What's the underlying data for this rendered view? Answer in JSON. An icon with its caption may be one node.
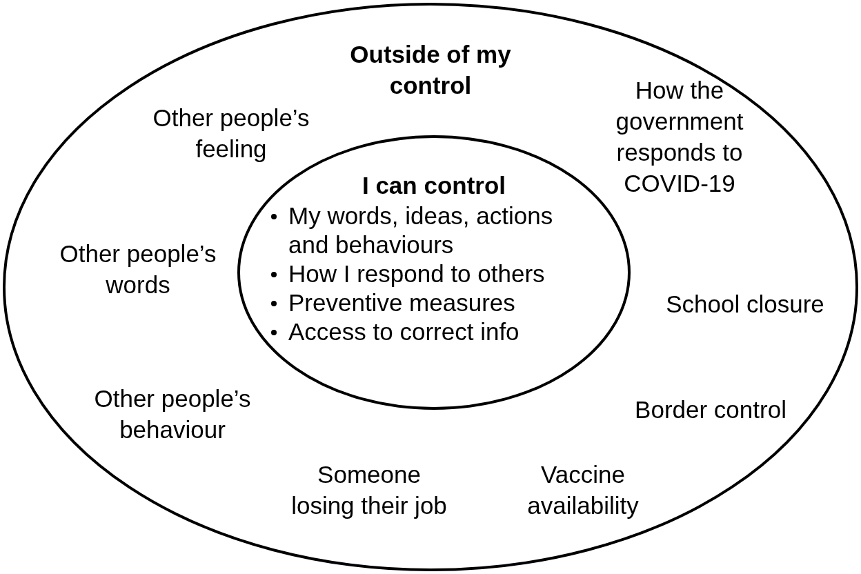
{
  "diagram": {
    "nodes": [
      {
        "text": [
          "Outside of my control"
        ]
      },
      {
        "text": [
          "I can control",
          "My words, ideas, actions and behaviours",
          "How I respond to others",
          "Preventive measures",
          "Access to correct info"
        ],
        "in": 0
      }
    ],
    "labels": [
      "Other people’s feeling",
      "How the government responds to COVID-19",
      "Other people’s words",
      "School closure",
      "Other people’s behaviour",
      "Border control",
      "Someone losing their job",
      "Vaccine availability"
    ]
  }
}
